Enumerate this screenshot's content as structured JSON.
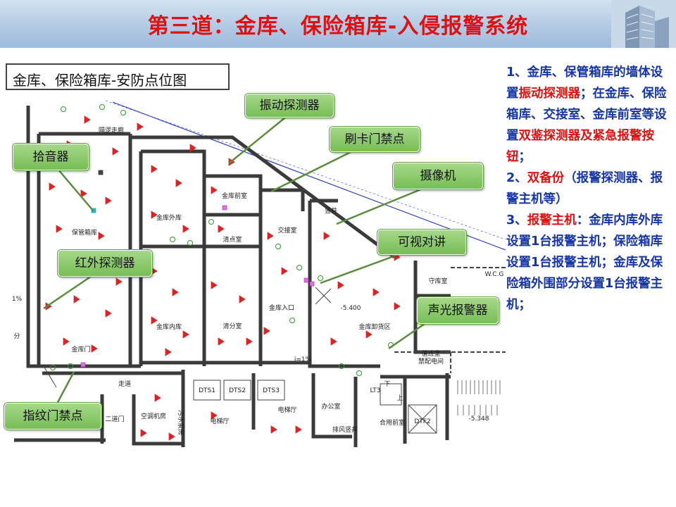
{
  "header": {
    "title": "第三道：金库、保险箱库-入侵报警系统"
  },
  "caption": "金库、保险箱库-安防点位图",
  "callouts": [
    {
      "id": "vibration",
      "label": "振动探测器"
    },
    {
      "id": "card",
      "label": "刷卡门禁点"
    },
    {
      "id": "pickup",
      "label": "拾音器"
    },
    {
      "id": "camera",
      "label": "摄像机"
    },
    {
      "id": "intercom",
      "label": "可视对讲"
    },
    {
      "id": "infrared",
      "label": "红外探测器"
    },
    {
      "id": "alarm",
      "label": "声光报警器"
    },
    {
      "id": "fingerprint",
      "label": "指纹门禁点"
    }
  ],
  "rooms": [
    {
      "id": "corridor-top",
      "label": "隔逻走廊"
    },
    {
      "id": "storage",
      "label": "保管箱库"
    },
    {
      "id": "vault-front",
      "label": "金库前室"
    },
    {
      "id": "vault-outer",
      "label": "金库外库"
    },
    {
      "id": "clean-point",
      "label": "清点室"
    },
    {
      "id": "handover",
      "label": "交接室"
    },
    {
      "id": "shaft",
      "label": "竖井"
    },
    {
      "id": "guard",
      "label": "守库室"
    },
    {
      "id": "vault-inner",
      "label": "金库内库"
    },
    {
      "id": "sorting",
      "label": "清分室"
    },
    {
      "id": "vault-entrance",
      "label": "金库入口"
    },
    {
      "id": "level1",
      "label": "-5.400"
    },
    {
      "id": "unloading",
      "label": "金库卸货区"
    },
    {
      "id": "vault-door",
      "label": "金库门"
    },
    {
      "id": "duty",
      "label": "值班室"
    },
    {
      "id": "power",
      "label": "禁配电间"
    },
    {
      "id": "slope",
      "label": "i=1%"
    },
    {
      "id": "aisle",
      "label": "走道"
    },
    {
      "id": "dts1",
      "label": "DTS1"
    },
    {
      "id": "dts2",
      "label": "DTS2"
    },
    {
      "id": "dts3",
      "label": "DTS3"
    },
    {
      "id": "lt3",
      "label": "LT3"
    },
    {
      "id": "down",
      "label": "下"
    },
    {
      "id": "up",
      "label": "上"
    },
    {
      "id": "second-door",
      "label": "二道门"
    },
    {
      "id": "aircon",
      "label": "空调机房"
    },
    {
      "id": "sewage",
      "label": "污水泵房"
    },
    {
      "id": "elevator-a",
      "label": "电梯厅"
    },
    {
      "id": "elevator-b",
      "label": "电梯厅"
    },
    {
      "id": "office",
      "label": "办公室"
    },
    {
      "id": "exhaust",
      "label": "排风竖井"
    },
    {
      "id": "shared-front",
      "label": "合用前室"
    },
    {
      "id": "dtf2",
      "label": "DTF2"
    },
    {
      "id": "level2",
      "label": "-5.348"
    },
    {
      "id": "one-pct",
      "label": "1%"
    },
    {
      "id": "fen",
      "label": "分"
    },
    {
      "id": "wcg",
      "label": "W.C.G"
    }
  ],
  "bullets": [
    {
      "runs": [
        {
          "t": "1、金库、保管箱库的墙体设置",
          "c": "b"
        },
        {
          "t": "振动探测器",
          "c": "r"
        },
        {
          "t": "；在金库、保险箱库、交接室、金库前室等设置",
          "c": "b"
        },
        {
          "t": "双鉴探测器及紧急报警按钮",
          "c": "r"
        },
        {
          "t": "；",
          "c": "b"
        }
      ]
    },
    {
      "runs": [
        {
          "t": "2、",
          "c": "b"
        },
        {
          "t": "双备份",
          "c": "r"
        },
        {
          "t": "（报警探测器、报警主机等）",
          "c": "b"
        }
      ]
    },
    {
      "runs": [
        {
          "t": "3、",
          "c": "b"
        },
        {
          "t": "报警主机",
          "c": "r"
        },
        {
          "t": "：金库内库外库设置1台报警主机；保险箱库设置1台报警主机；金库及保险箱外围部分设置1台报警主机；",
          "c": "b"
        }
      ]
    }
  ],
  "colors": {
    "title": "#e01010",
    "text": "#1535a8",
    "highlight": "#e01010",
    "callout": "#8fcb6e",
    "device": "#dd2222"
  },
  "icons": {
    "building": "building-icon",
    "detector": "detector-icon"
  }
}
